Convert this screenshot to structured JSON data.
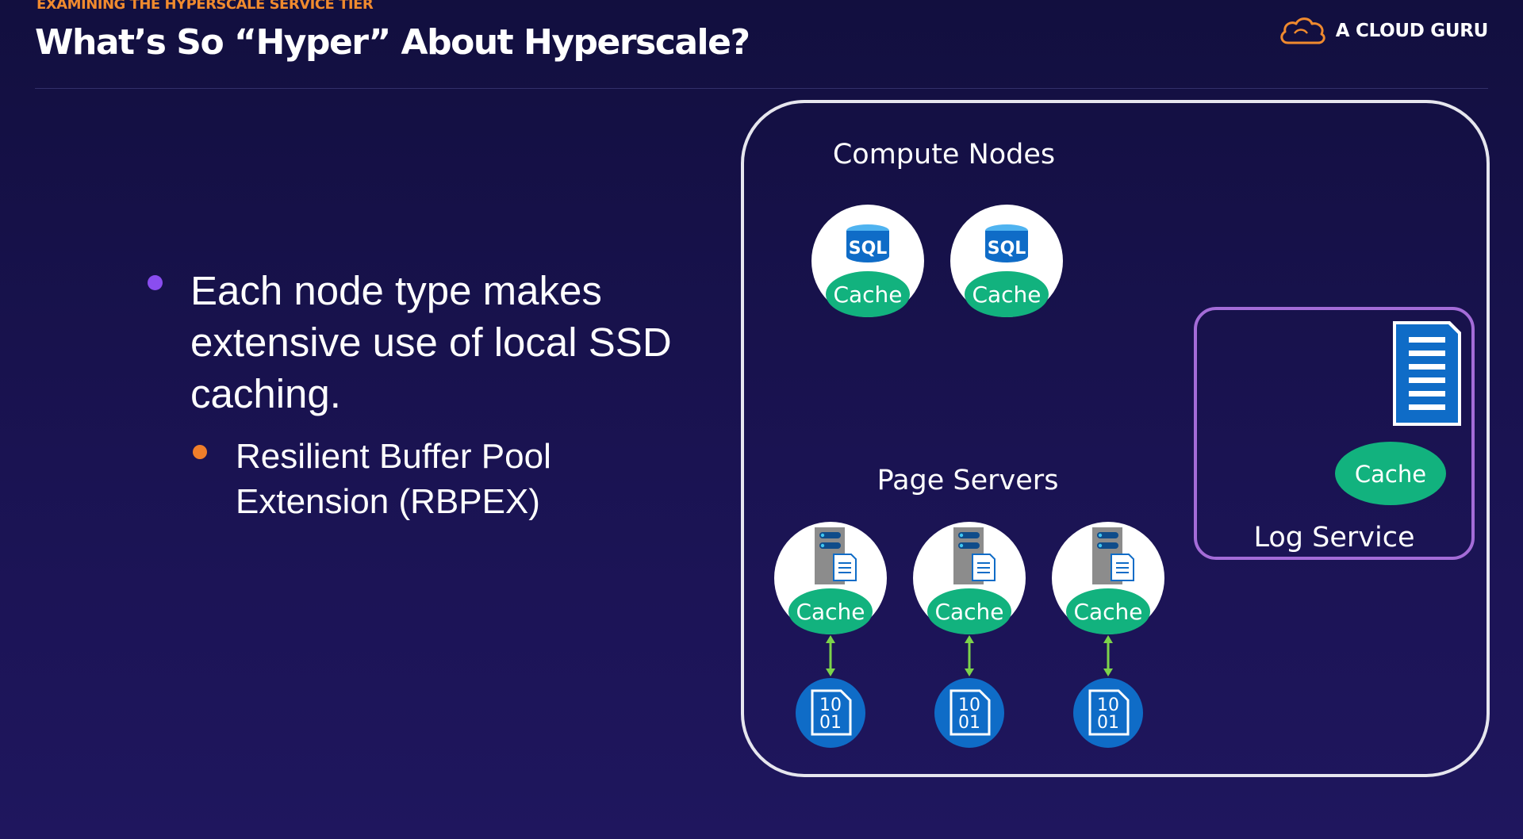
{
  "header": {
    "eyebrow": "EXAMINING THE HYPERSCALE SERVICE TIER",
    "title": "What’s So “Hyper” About Hyperscale?",
    "brand": "A CLOUD GURU"
  },
  "bullets": {
    "main": "Each node type makes extensive use of local SSD caching.",
    "sub": "Resilient Buffer Pool Extension (RBPEX)"
  },
  "diagram": {
    "compute_title": "Compute Nodes",
    "page_title": "Page Servers",
    "log_title": "Log Service",
    "sql_label": "SQL",
    "cache_label": "Cache",
    "binary_top": "10",
    "binary_bottom": "01",
    "compute_count": 2,
    "page_count": 3
  },
  "colors": {
    "accent_orange": "#f08a2e",
    "bullet_purple": "#8a4df0",
    "bullet_orange": "#f07e2a",
    "cache_green": "#12b27e",
    "sql_blue": "#0f6cc7",
    "arrow_green": "#7cd34a",
    "log_border": "#a46cd8"
  },
  "icons": [
    "cloud-icon",
    "sql-database-icon",
    "server-icon",
    "document-icon",
    "binary-disk-icon",
    "log-document-icon"
  ]
}
